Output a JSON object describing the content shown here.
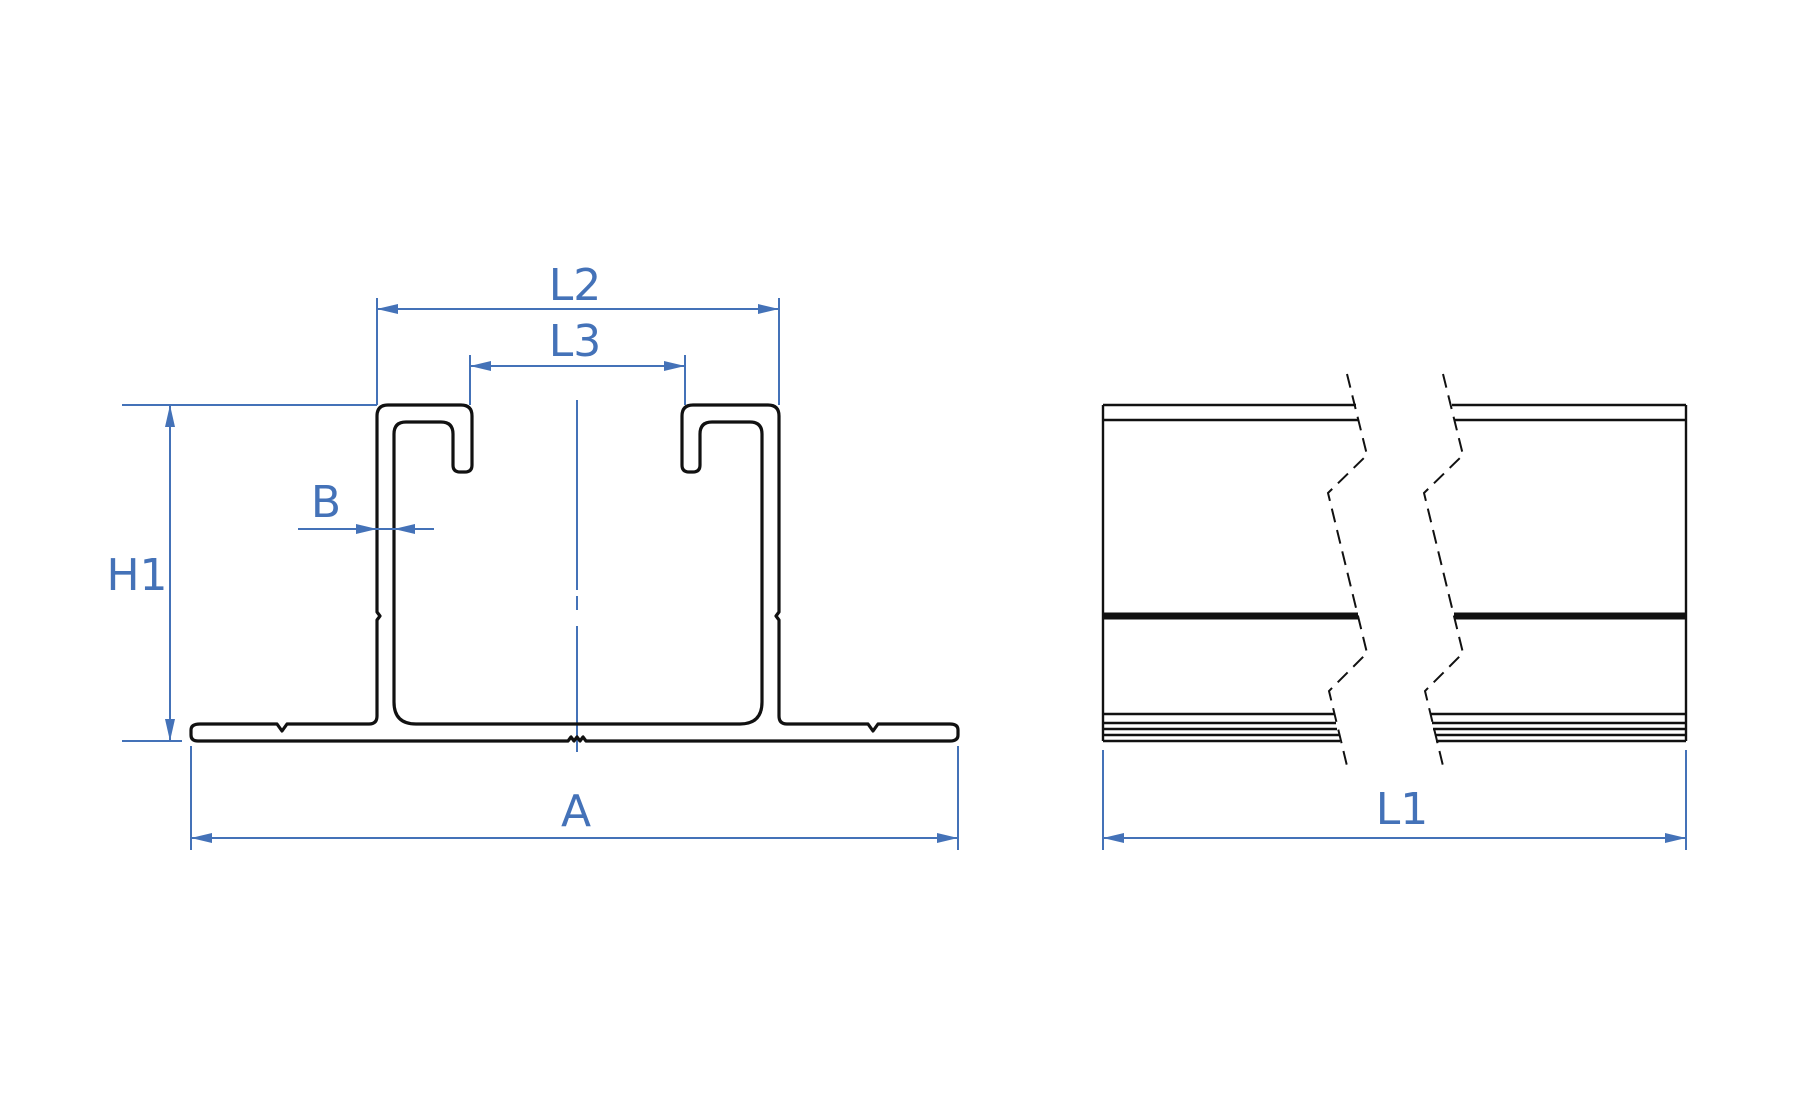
{
  "drawing": {
    "type": "technical dimension drawing",
    "views": [
      "cross-section",
      "side view (broken length)"
    ],
    "colors": {
      "dimension": "#4472b8",
      "outline": "#111111",
      "background": "#ffffff"
    },
    "labels": {
      "L2": "L2",
      "L3": "L3",
      "B": "B",
      "H1": "H1",
      "A": "A",
      "L1": "L1"
    }
  }
}
